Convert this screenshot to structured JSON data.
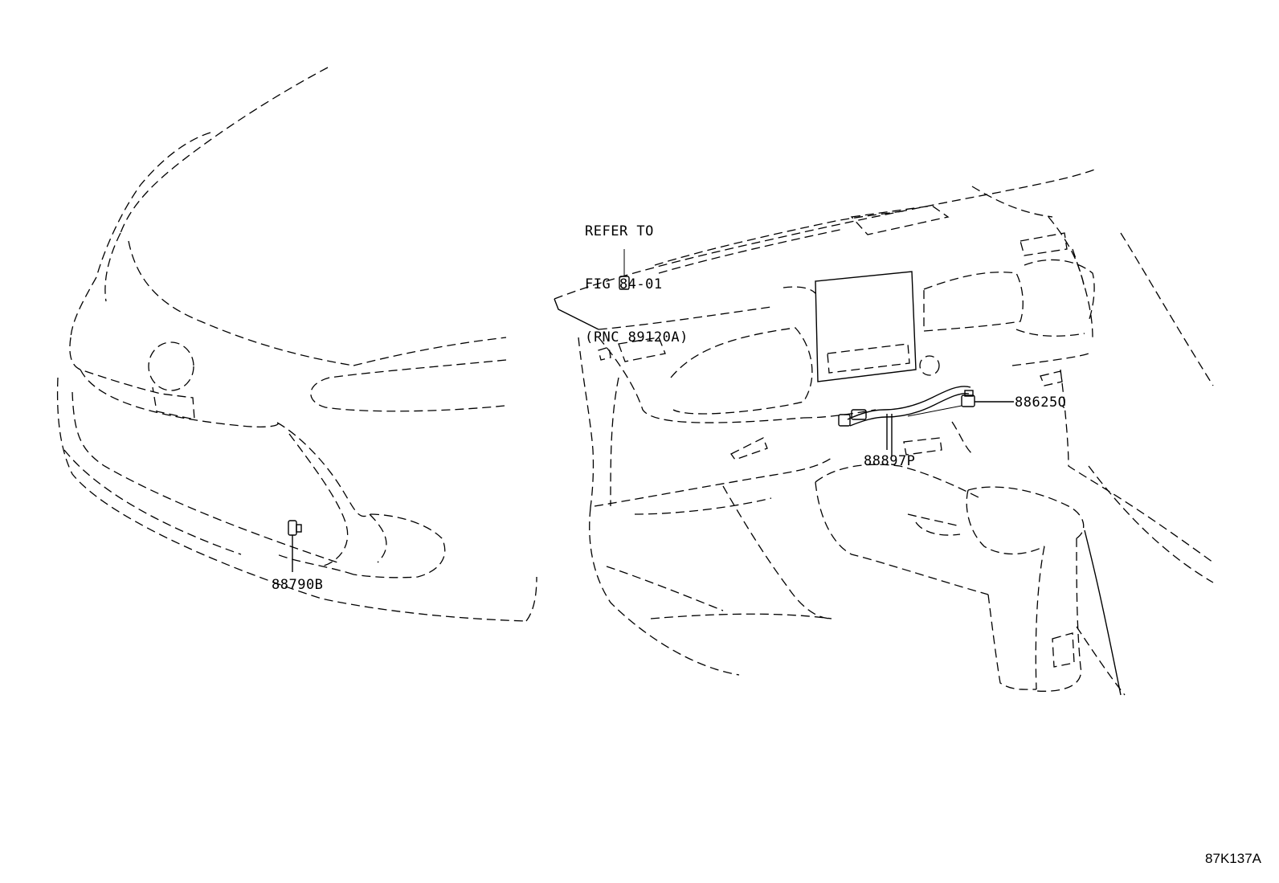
{
  "note": {
    "lines": [
      "REFER TO",
      "FIG 84-01",
      "(PNC 89120A)"
    ]
  },
  "callouts": {
    "front_sensor": "88790B",
    "cable": "88897P",
    "dash_sensor": "88625Q"
  },
  "reference_code": "87K137A"
}
